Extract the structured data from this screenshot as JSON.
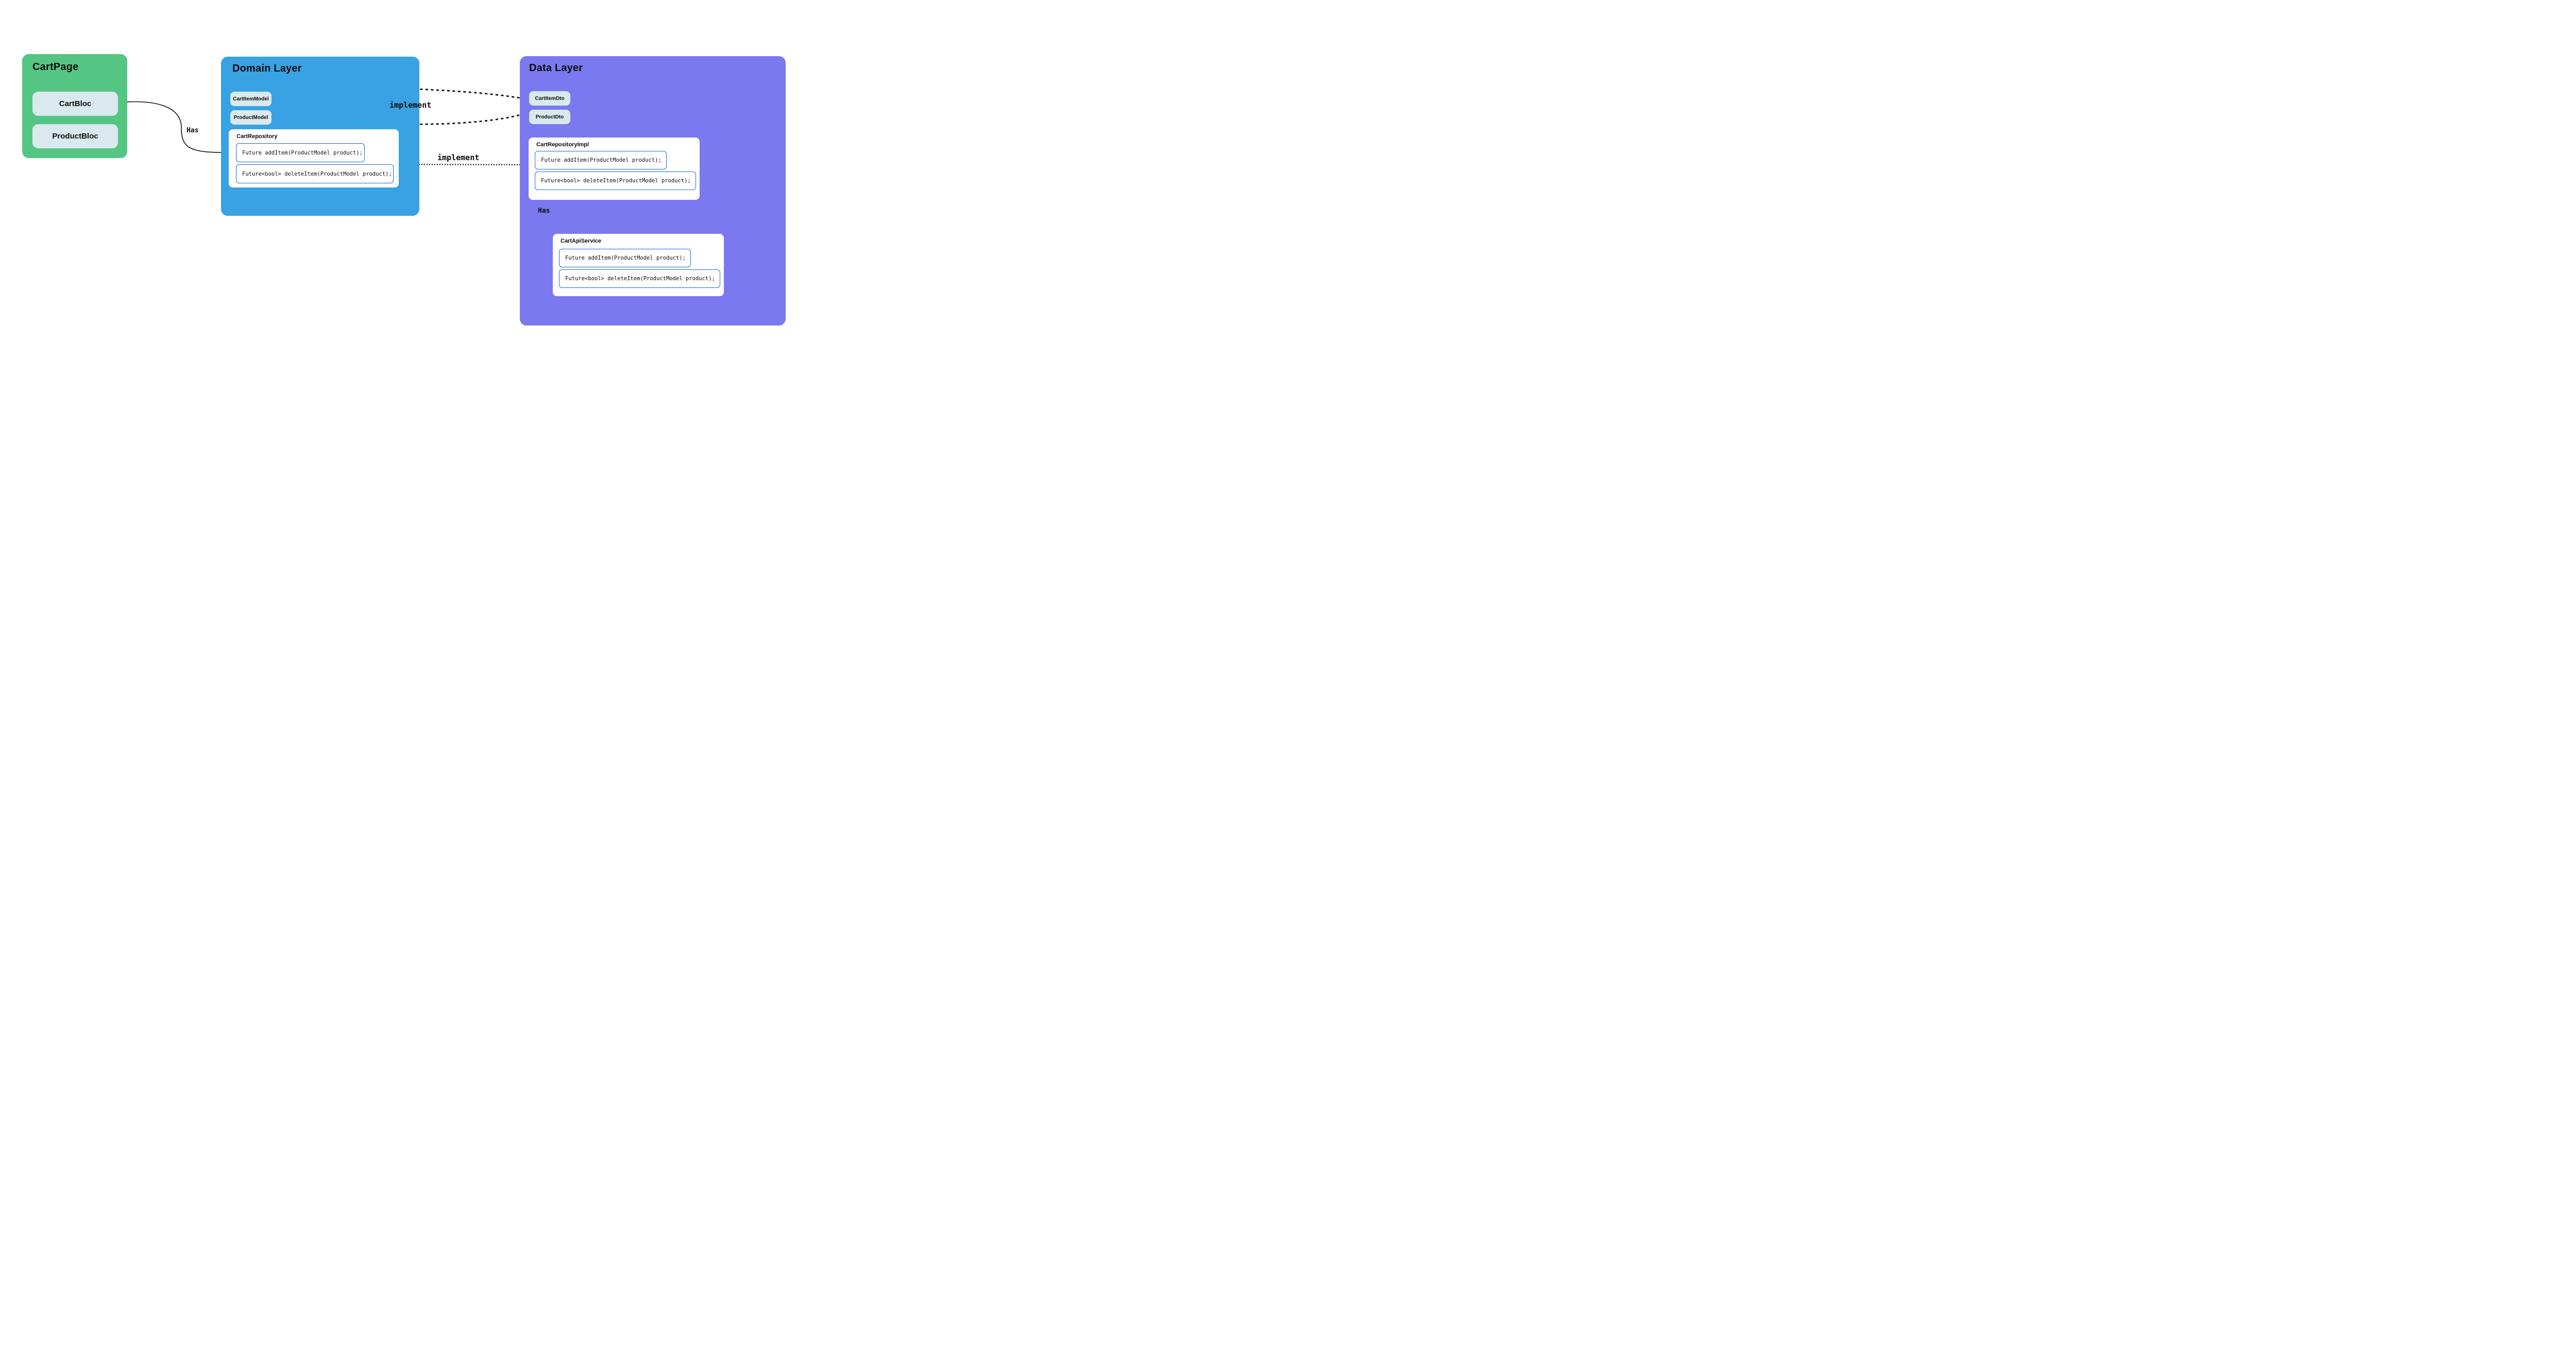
{
  "colors": {
    "cart-page-bg": "#55C584",
    "domain-layer-bg": "#38A2E2",
    "data-layer-bg": "#7A79EF",
    "chip-bg": "#D9E9ED",
    "panel-bg": "#FFFFFF",
    "method-border": "#1A6BD5",
    "line": "#111111",
    "ink": "#0C0C0C"
  },
  "cart_page": {
    "title": "CartPage",
    "blocs": [
      "CartBloc",
      "ProductBloc"
    ]
  },
  "domain_layer": {
    "title": "Domain Layer",
    "models": [
      "CartItemModel",
      "ProductModel"
    ],
    "repository": {
      "name": "CartRepository",
      "methods": [
        "Future addItem(ProductModel product);",
        "Future<bool> deleteItem(ProductModel product);"
      ]
    }
  },
  "data_layer": {
    "title": "Data Layer",
    "dtos": [
      "CartItemDto",
      "ProductDto"
    ],
    "repository_impl": {
      "name": "CartRepositoryImpl",
      "methods": [
        "Future addItem(ProductModel product);",
        "Future<bool> deleteItem(ProductModel product);"
      ]
    },
    "api_service": {
      "name": "CartApiService",
      "methods": [
        "Future addItem(ProductModel product);",
        "Future<bool> deleteItem(ProductModel product);"
      ]
    }
  },
  "labels": {
    "has_cartbloc_repository": "Has",
    "has_impl_api": "Has",
    "implement_models": "implement",
    "implement_repository": "implement"
  }
}
